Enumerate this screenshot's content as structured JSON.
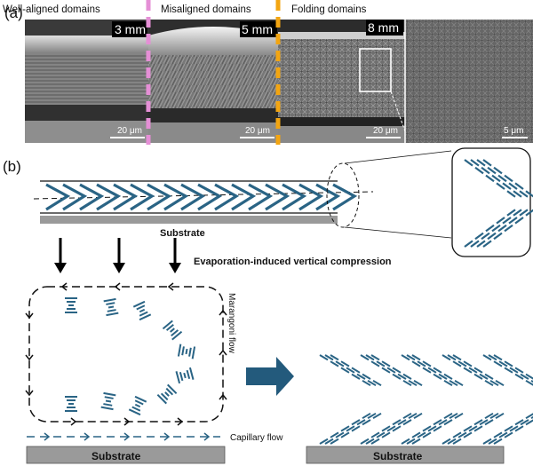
{
  "panel_a": {
    "label": "(a)",
    "headers": [
      "Well-aligned domains",
      "Misaligned domains",
      "Folding domains"
    ],
    "distances": [
      "3 mm",
      "5 mm",
      "8 mm"
    ],
    "scalebars": [
      "20 μm",
      "20 μm",
      "20 μm",
      "5 μm"
    ],
    "colors": {
      "pink_marker": "#e58fd6",
      "orange_marker": "#f3a511"
    }
  },
  "panel_b": {
    "label": "(b)",
    "substrate_top": "Substrate",
    "compression_label": "Evaporation-induced vertical compression",
    "marangoni_label": "Marangoni flow",
    "capillary_label": "Capillary flow",
    "substrate_left": "Substrate",
    "substrate_right": "Substrate",
    "colors": {
      "chevron": "#2a6485",
      "substrate": "#9a9a9a",
      "arrow_big": "#235a7c"
    }
  }
}
